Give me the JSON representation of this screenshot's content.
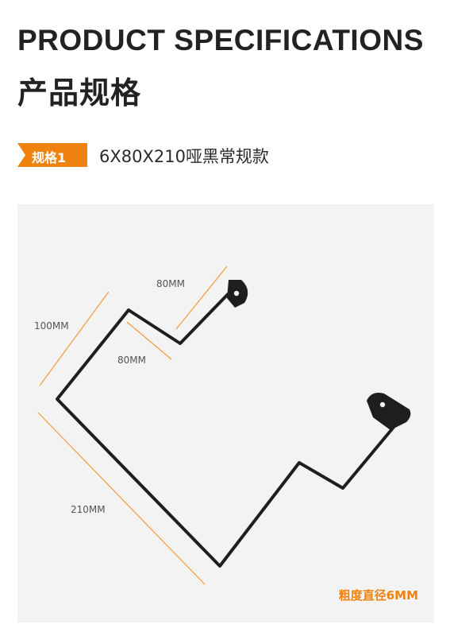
{
  "header": {
    "title_en": "PRODUCT SPECIFICATIONS",
    "title_cn": "产品规格"
  },
  "spec": {
    "badge": "规格1",
    "description": "6X80X210哑黑常规款"
  },
  "diagram": {
    "dimensions": {
      "top_segment": "80MM",
      "middle_segment": "80MM",
      "left_segment": "100MM",
      "bottom_segment": "210MM"
    },
    "thickness": "粗度直径6MM",
    "colors": {
      "accent": "#f0820f",
      "dimension_line": "#f59a3a",
      "hook": "#1e1e1e",
      "panel_bg": "#f3f3f3"
    }
  }
}
